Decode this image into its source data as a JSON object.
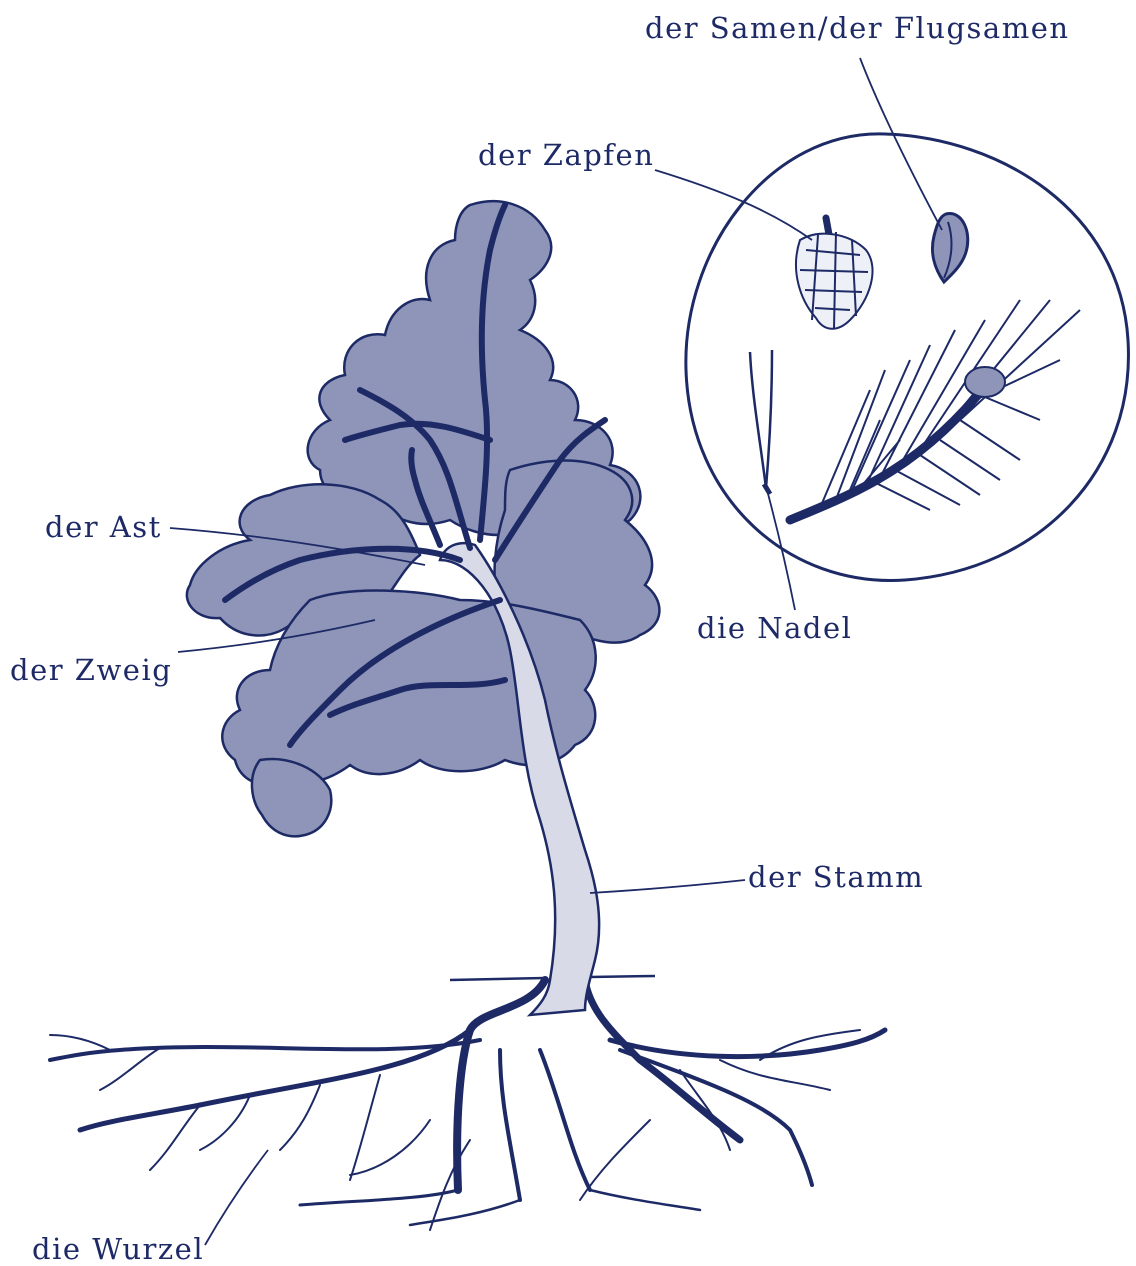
{
  "labels": {
    "seed": "der Samen/der Flugsamen",
    "cone": "der Zapfen",
    "branch": "der Ast",
    "twig": "der Zweig",
    "needle": "die Nadel",
    "trunk": "der Stamm",
    "root": "die Wurzel"
  },
  "colors": {
    "ink": "#1d2a66",
    "foliage": "#8e95b8",
    "wood": "#d8dae8",
    "background": "#ffffff"
  }
}
